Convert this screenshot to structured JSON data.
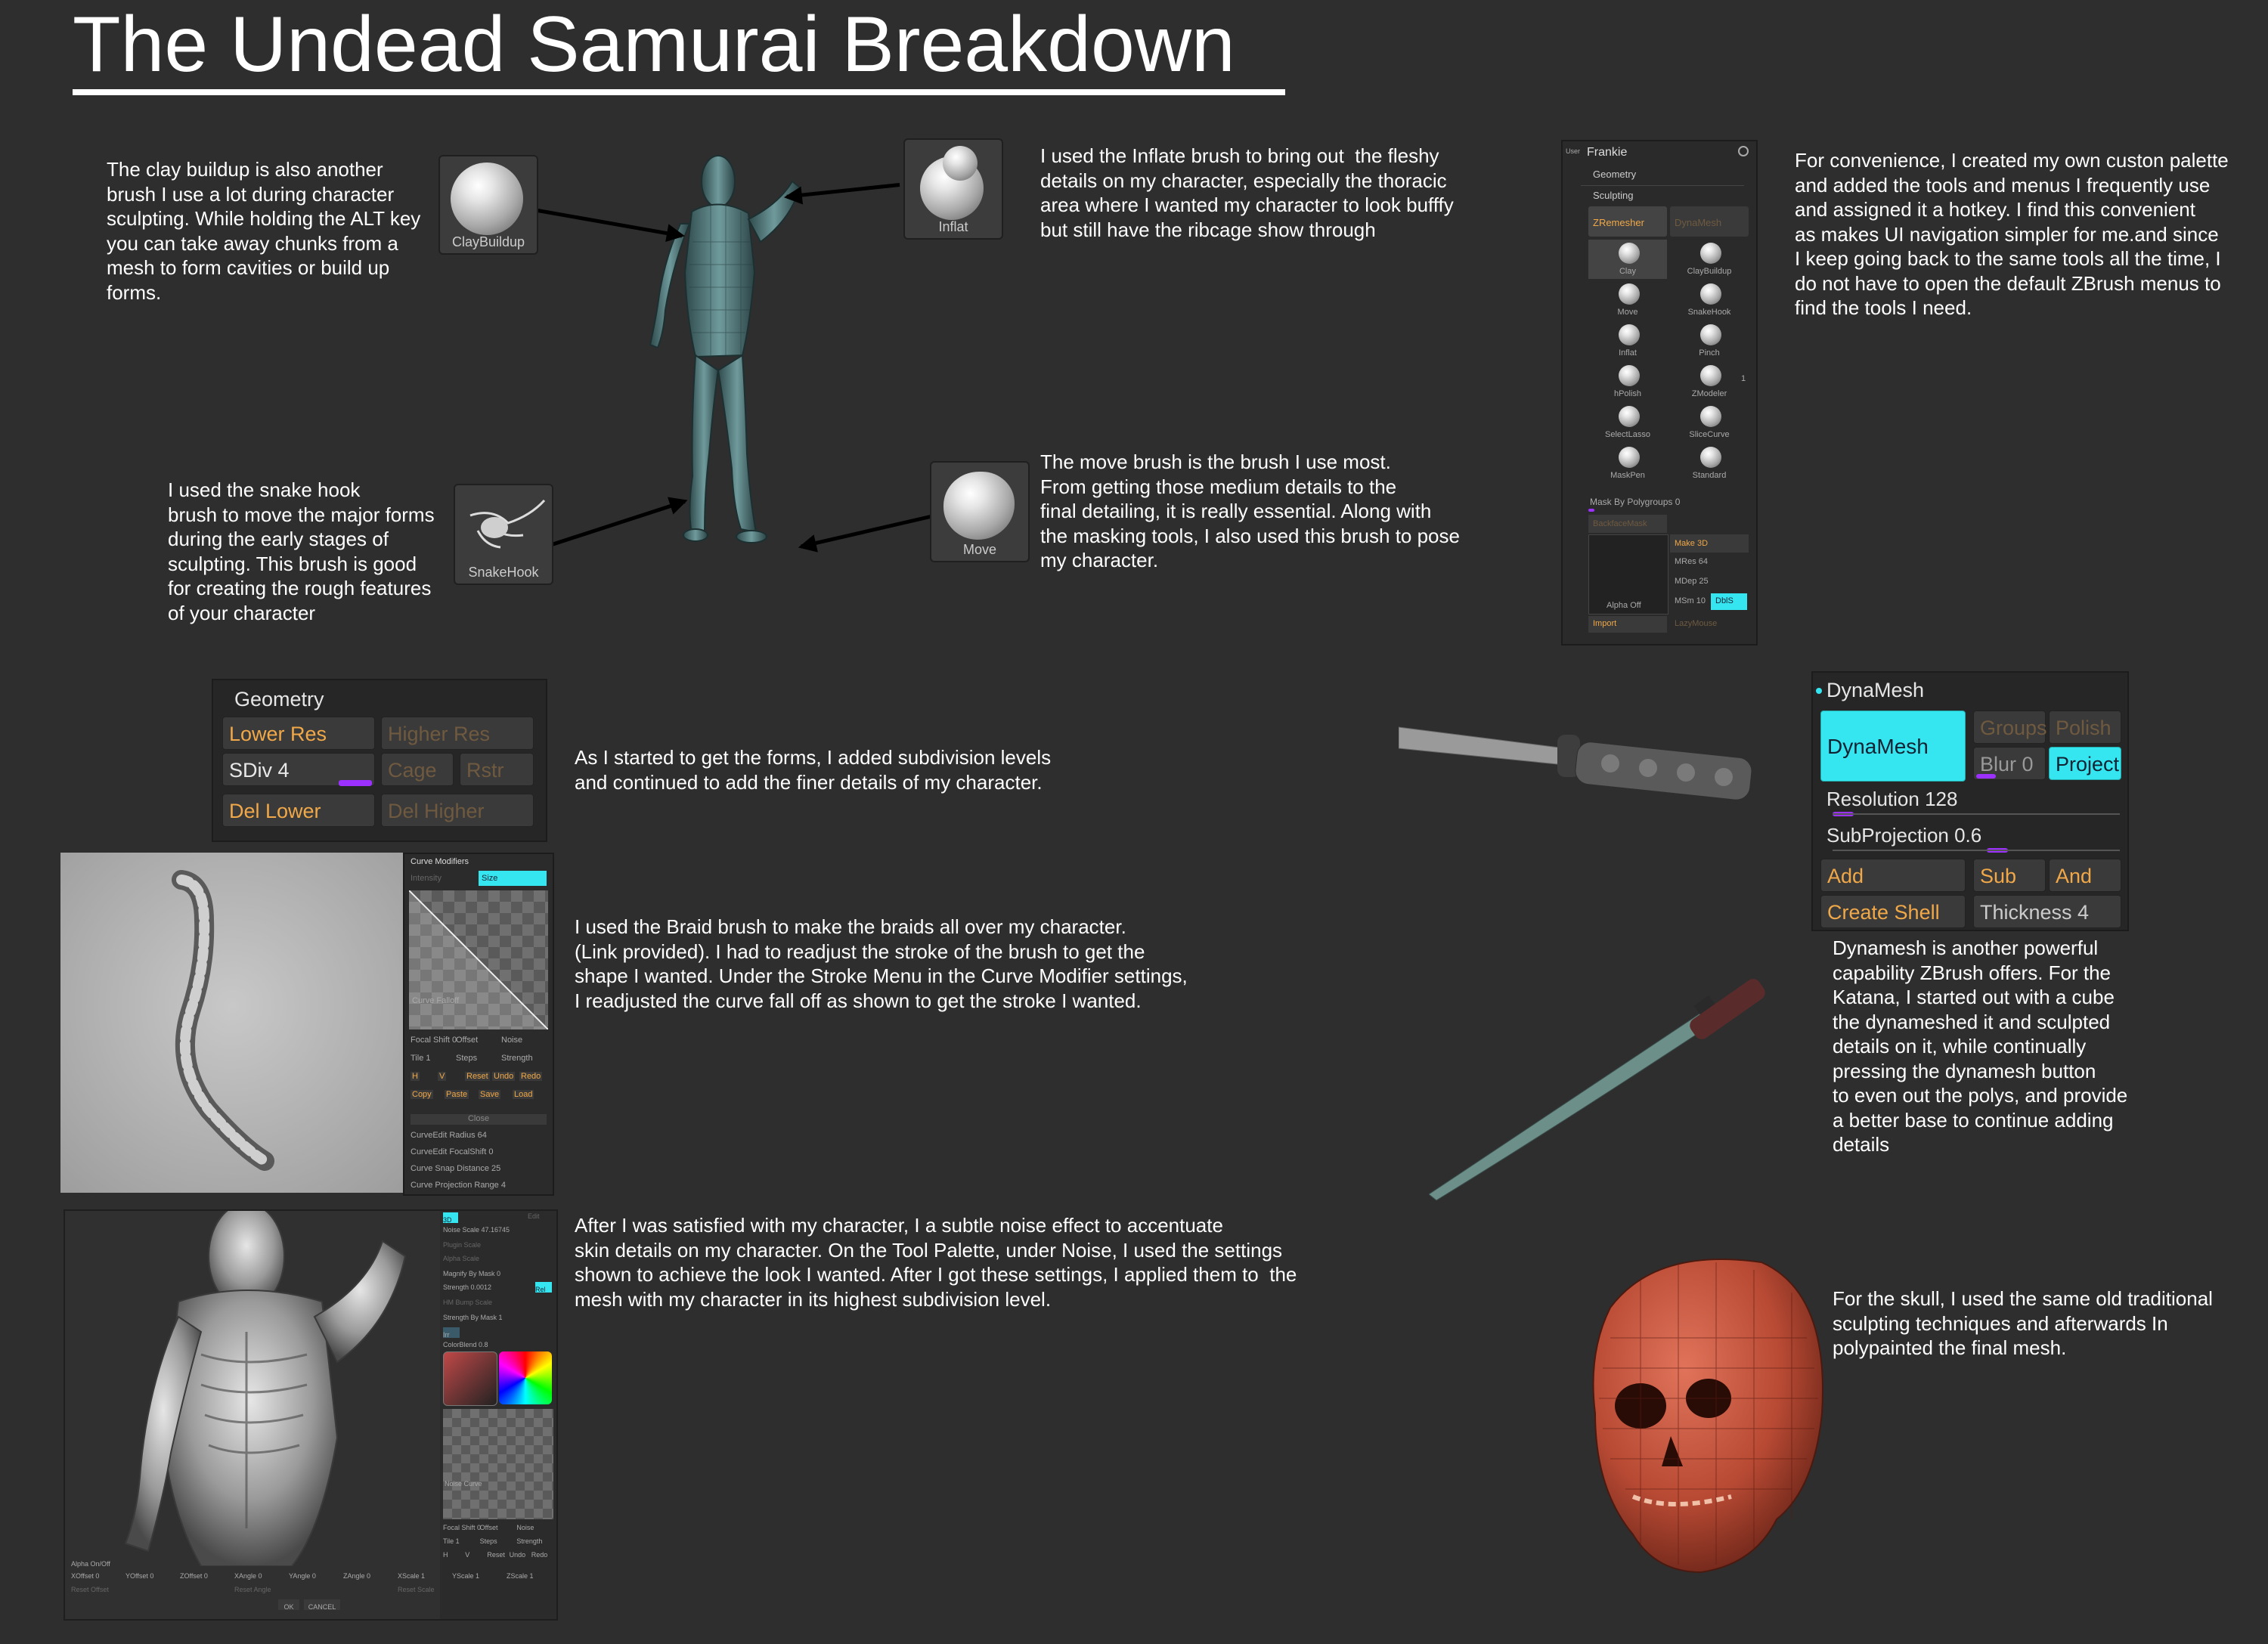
{
  "title": "The Undead Samurai Breakdown",
  "notes": {
    "claybuildup": "The clay buildup is also another\nbrush I use a lot during character\nsculpting. While holding the ALT key\nyou can take away chunks from a\nmesh to form cavities or build up\nforms.",
    "inflate": "I used the Inflate brush to bring out  the fleshy\ndetails on my character, especially the thoracic\narea where I wanted my character to look bufffy\nbut still have the ribcage show through",
    "palette": "For convenience, I created my own custon palette\nand added the tools and menus I frequently use\nand assigned it a hotkey. I find this convenient\nas makes UI navigation simpler for me.and since\nI keep going back to the same tools all the time, I\ndo not have to open the default ZBrush menus to\nfind the tools I need.",
    "snakehook": "I used the snake hook\nbrush to move the major forms\nduring the early stages of\nsculpting. This brush is good\nfor creating the rough features\nof your character",
    "move": "The move brush is the brush I use most.\nFrom getting those medium details to the\nfinal detailing, it is really essential. Along with\nthe masking tools, I also used this brush to pose\nmy character.",
    "subdiv": "As I started to get the forms, I added subdivision levels\nand continued to add the finer details of my character.",
    "braid": "I used the Braid brush to make the braids all over my character.\n(Link provided). I had to readjust the stroke of the brush to get the\nshape I wanted. Under the Stroke Menu in the Curve Modifier settings,\nI readjusted the curve fall off as shown to get the stroke I wanted.",
    "dynamesh": "Dynamesh is another powerful\ncapability ZBrush offers. For the\nKatana, I started out with a cube\nthe dynameshed it and sculpted\ndetails on it, while continually\npressing the dynamesh button\nto even out the polys, and provide\na better base to continue adding\ndetails",
    "noise": "After I was satisfied with my character, I a subtle noise effect to accentuate\nskin details on my character. On the Tool Palette, under Noise, I used the settings\nshown to achieve the look I wanted. After I got these settings, I applied them to  the\nmesh with my character in its highest subdivision level.",
    "skull": "For the skull, I used the same old traditional\nsculpting techniques and afterwards In\npolypainted the final mesh."
  },
  "brush_tiles": {
    "claybuildup": "ClayBuildup",
    "inflate": "Inflat",
    "snakehook": "SnakeHook",
    "move": "Move"
  },
  "palette": {
    "corner_tag": "User",
    "name": "Frankie",
    "geometry": "Geometry",
    "sculpting": "Sculpting",
    "zremesher": "ZRemesher",
    "dynamesh": "DynaMesh",
    "brushes": [
      "Clay",
      "ClayBuildup",
      "Move",
      "SnakeHook",
      "Inflat",
      "Pinch",
      "hPolish",
      "ZModeler",
      "SelectLasso",
      "SliceCurve",
      "MaskPen",
      "Standard"
    ],
    "zmodeler_badge": "1",
    "mask_by_polygroups": "Mask By Polygroups 0",
    "backface_mask": "BackfaceMask",
    "alpha_off": "Alpha Off",
    "make3d": "Make 3D",
    "mres": "MRes 64",
    "mdep": "MDep 25",
    "msm": "MSm 10",
    "dbls": "DblS",
    "import": "Import",
    "lazymouse": "LazyMouse"
  },
  "geometry_panel": {
    "header": "Geometry",
    "lower_res": "Lower Res",
    "higher_res": "Higher Res",
    "sdiv": "SDiv 4",
    "sdiv_level": 0.75,
    "cage": "Cage",
    "rstr": "Rstr",
    "del_lower": "Del Lower",
    "del_higher": "Del Higher"
  },
  "dynamesh_panel": {
    "header": "DynaMesh",
    "dynamesh_btn": "DynaMesh",
    "groups": "Groups",
    "polish": "Polish",
    "blur": "Blur 0",
    "project": "Project",
    "resolution": "Resolution 128",
    "subprojection": "SubProjection 0.6",
    "add": "Add",
    "sub": "Sub",
    "and": "And",
    "create_shell": "Create Shell",
    "thickness": "Thickness 4"
  },
  "curve_panel": {
    "header": "Curve Modifiers",
    "intensity": "Intensity",
    "size": "Size",
    "curve_falloff": "Curve Falloff",
    "row1": [
      "Focal Shift 0",
      "Offset",
      "Noise"
    ],
    "row2": [
      "Tile 1",
      "Steps",
      "Strength"
    ],
    "row3": [
      "H",
      "V",
      "Reset",
      "Undo",
      "Redo"
    ],
    "row4": [
      "Copy",
      "Paste",
      "Save",
      "Load"
    ],
    "closed": "Close",
    "radius": "CurveEdit Radius 64",
    "focal": "CurveEdit FocalShift 0",
    "snap": "Curve Snap Distance 25",
    "projection": "Curve Projection Range 4"
  },
  "noise_panel": {
    "tab_3d": "3D",
    "top_dim": "Edit",
    "noise_scale": "Noise Scale 47.16745",
    "plugin_scale": "Plugin Scale",
    "alpha_scale": "Alpha Scale",
    "magnify": "Magnify By Mask 0",
    "strength": "Strength 0.0012",
    "rel": "Rel",
    "hm_bump": "HM Bump Scale",
    "strength_mask": "Strength By Mask 1",
    "irr": "Irr",
    "colorblend": "ColorBlend 0.8",
    "noise_curve": "Noise Curve",
    "row1": [
      "Focal Shift 0",
      "Offset",
      "Noise"
    ],
    "row2": [
      "Tile 1",
      "Steps",
      "Strength"
    ],
    "row3": [
      "H",
      "V",
      "Reset",
      "Undo",
      "Redo"
    ],
    "alpha_onoff": "Alpha On/Off",
    "axes": [
      "XOffset 0",
      "YOffset 0",
      "ZOffset 0",
      "XAngle 0",
      "YAngle 0",
      "ZAngle 0",
      "XScale 1",
      "YScale 1",
      "ZScale 1"
    ],
    "resets": [
      "Reset Offset",
      "Reset Angle",
      "Reset Scale"
    ],
    "ok": "OK",
    "cancel": "CANCEL"
  }
}
